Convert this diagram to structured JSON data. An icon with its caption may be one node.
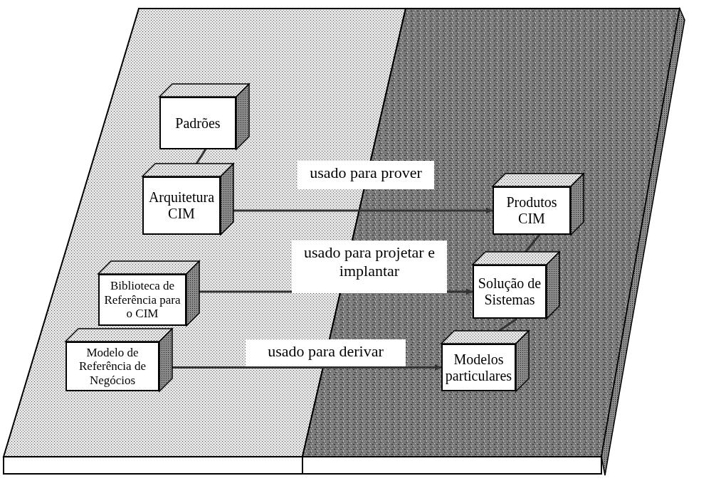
{
  "diagram": {
    "nodes": [
      {
        "text": [
          "Padrões"
        ]
      },
      {
        "text": [
          "Arquitetura CIM"
        ]
      },
      {
        "text": [
          "Biblioteca de Referência para o CIM"
        ]
      },
      {
        "text": [
          "Modelo de Referência de Negócios"
        ]
      },
      {
        "text": [
          "Produtos CIM"
        ]
      },
      {
        "text": [
          "Solução de Sistemas"
        ]
      },
      {
        "text": [
          "Modelos particulares"
        ]
      }
    ],
    "edges": [
      {
        "from": 0,
        "to": 1,
        "arrow": "none"
      },
      {
        "from": 1,
        "to": 4,
        "arrow": "to",
        "label": "usado para prover"
      },
      {
        "from": 2,
        "to": 5,
        "arrow": "to",
        "label": "usado para projetar e implantar"
      },
      {
        "from": 3,
        "to": 6,
        "arrow": "to",
        "label": "usado para derivar"
      },
      {
        "from": 4,
        "to": 5,
        "arrow": "none"
      },
      {
        "from": 5,
        "to": 6,
        "arrow": "none"
      }
    ]
  }
}
